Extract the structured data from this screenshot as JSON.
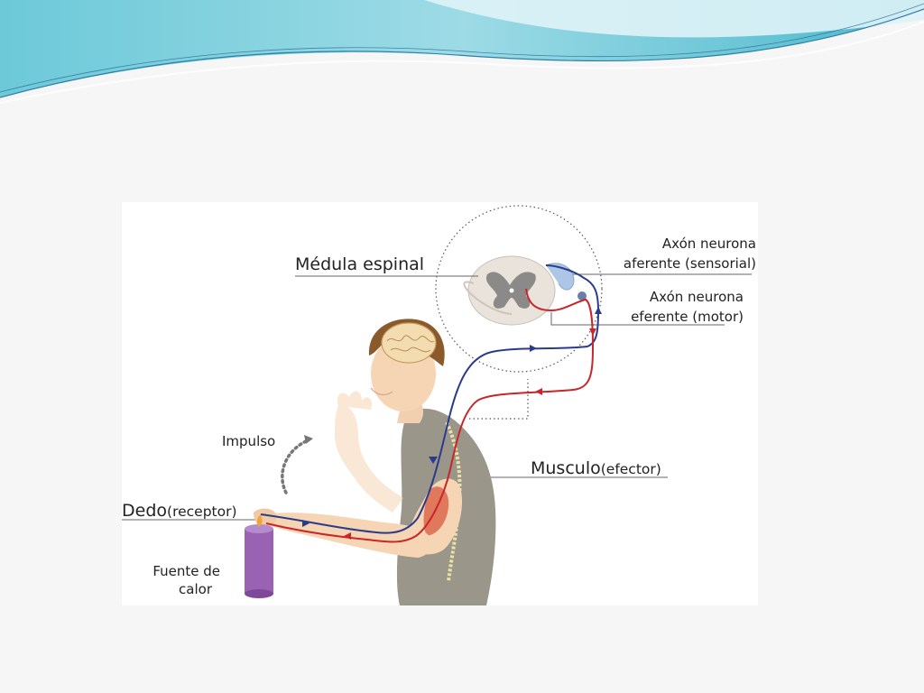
{
  "labels": {
    "medula": "Médula espinal",
    "afferent_line1": "Axón neurona",
    "afferent_line2": "aferente (sensorial)",
    "efferent_line1": "Axón neurona",
    "efferent_line2": "eferente (motor)",
    "impulse": "Impulso",
    "muscle_main": "Musculo",
    "muscle_sub": "(efector)",
    "finger_main": "Dedo",
    "finger_sub": "(receptor)",
    "heat_line1": "Fuente de",
    "heat_line2": "calor"
  },
  "colors": {
    "afferent": "#2b3b8c",
    "efferent": "#c8262a",
    "header_teal": "#5ec7d6",
    "candle": "#9a62b3"
  }
}
